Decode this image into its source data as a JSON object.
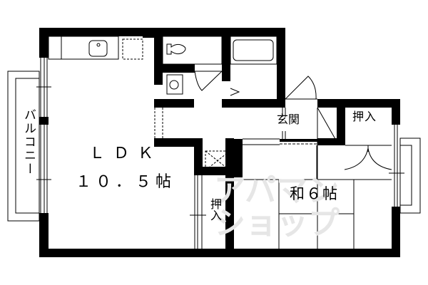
{
  "floorplan": {
    "rooms": {
      "ldk": {
        "name": "ＬＤＫ",
        "size": "１０．５帖"
      },
      "washitsu": {
        "label": "和６帖"
      },
      "genkan": {
        "label": "玄関"
      },
      "oshiire_top": {
        "label": "押入"
      },
      "oshiire_mid": {
        "label": "押入"
      },
      "balcony": {
        "label": "バルコニー"
      }
    },
    "fixtures": [
      "kitchen-sink",
      "refrigerator-space",
      "toilet",
      "washbasin",
      "washing-machine-space",
      "bathtub",
      "water-heater",
      "entrance-door",
      "closet-doors"
    ],
    "watermark": {
      "line1": "アパマン",
      "line2": "ショップ"
    },
    "colors": {
      "wall": "#000000",
      "background": "#ffffff",
      "watermark": "#e6e6e6"
    }
  }
}
